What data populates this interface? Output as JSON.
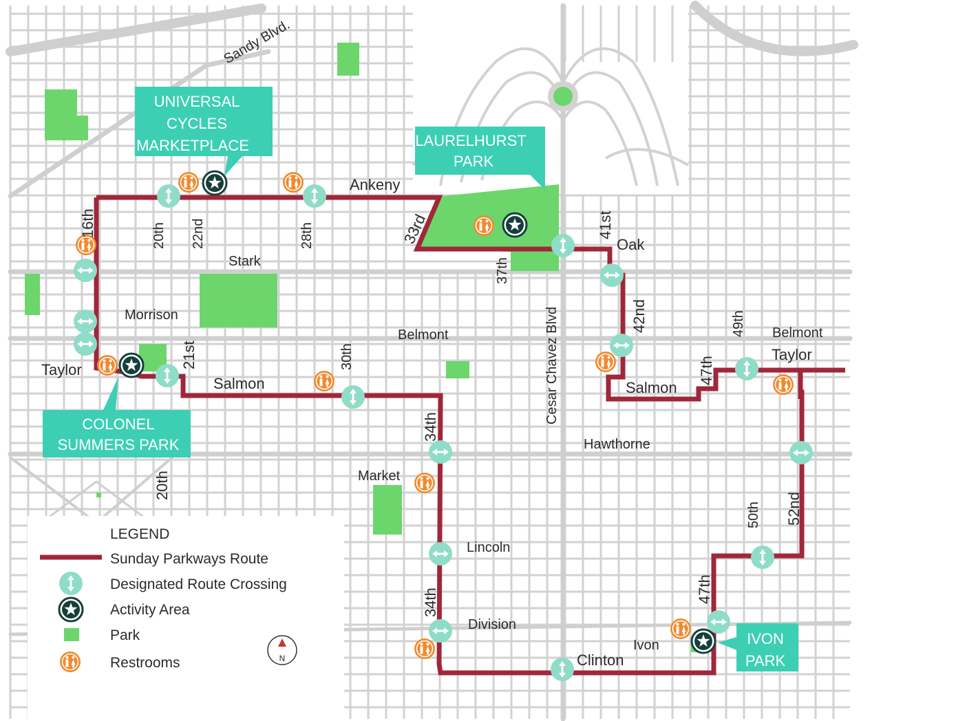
{
  "colors": {
    "route": "#a0273a",
    "park": "#6cd66c",
    "street": "#d2d2d2",
    "crossing": "#8fdcc8",
    "activity": "#173f3a",
    "restroom": "#f08a2e",
    "callout": "#3ccfb4"
  },
  "callouts": {
    "universal": [
      "UNIVERSAL",
      "CYCLES",
      "MARKETPLACE"
    ],
    "laurelhurst": [
      "LAURELHURST",
      "PARK"
    ],
    "colonel": [
      "COLONEL",
      "SUMMERS PARK"
    ],
    "ivon": [
      "IVON",
      "PARK"
    ]
  },
  "streets": {
    "sandy": "Sandy Blvd.",
    "ankeny": "Ankeny",
    "oak": "Oak",
    "stark": "Stark",
    "morrison": "Morrison",
    "belmont_mid": "Belmont",
    "belmont_east": "Belmont",
    "taylor_west": "Taylor",
    "taylor_east": "Taylor",
    "salmon_west": "Salmon",
    "salmon_east": "Salmon",
    "hawthorne": "Hawthorne",
    "market": "Market",
    "lincoln": "Lincoln",
    "division": "Division",
    "clinton": "Clinton",
    "ivon": "Ivon",
    "s16th": "16th",
    "s20th_north": "20th",
    "s22nd": "22nd",
    "s28th": "28th",
    "s33rd": "33rd",
    "s37th": "37th",
    "s41st": "41st",
    "s42nd": "42nd",
    "s47th_north": "47th",
    "s49th": "49th",
    "s21st": "21st",
    "s30th": "30th",
    "s34th_north": "34th",
    "s34th_south": "34th",
    "s20th_south": "20th",
    "chavez": "Cesar Chavez Blvd",
    "s50th": "50th",
    "s52nd": "52nd",
    "s47th_south": "47th"
  },
  "legend": {
    "title": "LEGEND",
    "items": [
      {
        "label": "Sunday Parkways Route",
        "symbol": "route-line"
      },
      {
        "label": "Designated Route Crossing",
        "symbol": "crossing-icon"
      },
      {
        "label": "Activity Area",
        "symbol": "activity-star-icon"
      },
      {
        "label": "Park",
        "symbol": "park-swatch"
      },
      {
        "label": "Restrooms",
        "symbol": "restroom-icon"
      }
    ]
  },
  "north_arrow": "N"
}
